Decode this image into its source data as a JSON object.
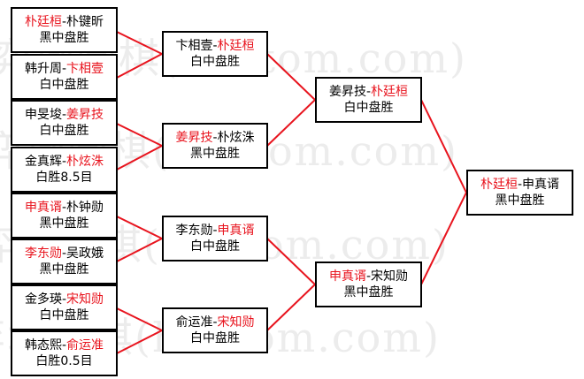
{
  "watermark": "弈城围棋(hoetom.com)",
  "colors": {
    "highlight": "#e8141e",
    "line": "#e8141e",
    "border": "#000000"
  },
  "matches": [
    {
      "p1": "朴廷桓",
      "sep": "-",
      "p2": "朴键昕",
      "winner": 1,
      "result": "黑中盘胜"
    },
    {
      "p1": "韩升周",
      "sep": "-",
      "p2": "卞相壹",
      "winner": 2,
      "result": "白中盘胜"
    },
    {
      "p1": "申旻埈",
      "sep": "-",
      "p2": "姜昇技",
      "winner": 2,
      "result": "白中盘胜"
    },
    {
      "p1": "金真辉",
      "sep": "-",
      "p2": "朴炫洙",
      "winner": 2,
      "result": "白胜8.5目"
    },
    {
      "p1": "申真谞",
      "sep": "-",
      "p2": "朴钟勋",
      "winner": 1,
      "result": "黑中盘胜"
    },
    {
      "p1": "李东勋",
      "sep": "-",
      "p2": "吴政娥",
      "winner": 1,
      "result": "黑中盘胜"
    },
    {
      "p1": "金多瑛",
      "sep": "-",
      "p2": "宋知勋",
      "winner": 2,
      "result": "白中盘胜"
    },
    {
      "p1": "韩态熙",
      "sep": "-",
      "p2": "俞运准",
      "winner": 2,
      "result": "白胜0.5目"
    },
    {
      "p1": "卞相壹",
      "sep": "-",
      "p2": "朴廷桓",
      "winner": 2,
      "result": "白中盘胜"
    },
    {
      "p1": "姜昇技",
      "sep": "-",
      "p2": "朴炫洙",
      "winner": 1,
      "result": "黑中盘胜"
    },
    {
      "p1": "李东勋",
      "sep": "-",
      "p2": "申真谞",
      "winner": 2,
      "result": "白中盘胜"
    },
    {
      "p1": "俞运准",
      "sep": "-",
      "p2": "宋知勋",
      "winner": 2,
      "result": "白中盘胜"
    },
    {
      "p1": "姜昇技",
      "sep": "-",
      "p2": "朴廷桓",
      "winner": 2,
      "result": "白中盘胜"
    },
    {
      "p1": "申真谞",
      "sep": "-",
      "p2": "宋知勋",
      "winner": 1,
      "result": "黑中盘胜"
    },
    {
      "p1": "朴廷桓",
      "sep": "-",
      "p2": "申真谞",
      "winner": 1,
      "result": "黑中盘胜"
    }
  ]
}
